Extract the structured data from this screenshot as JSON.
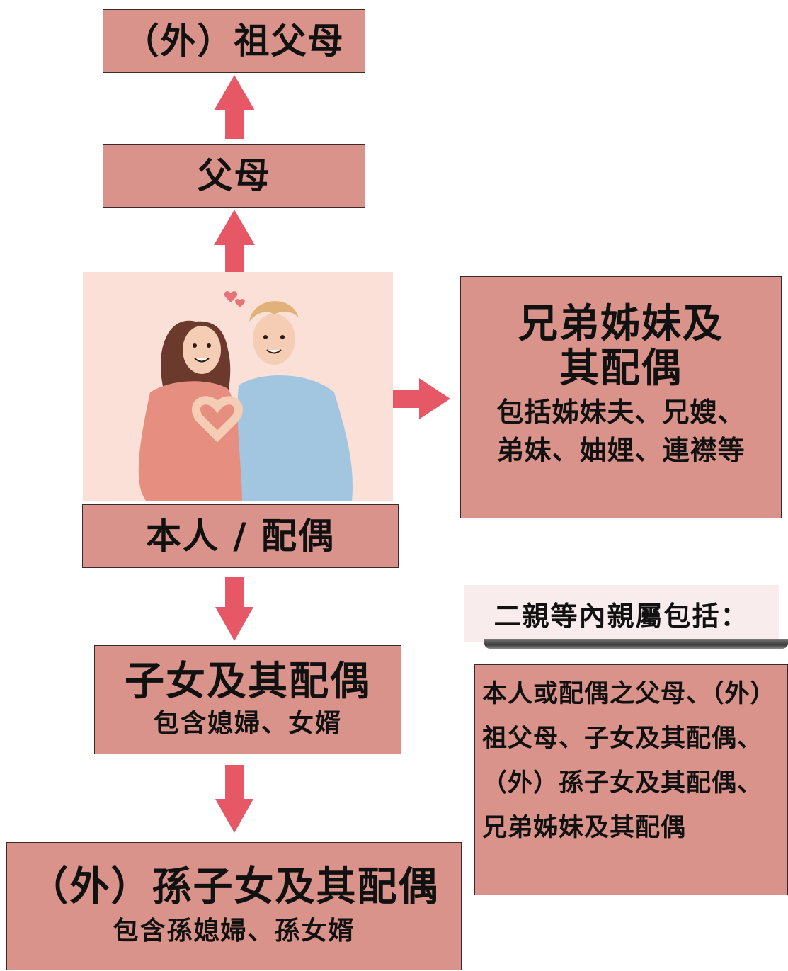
{
  "boxes": {
    "grandparents": "（外）祖父母",
    "parents": "父母",
    "self_spouse": "本人 / 配偶",
    "siblings": {
      "title_line1": "兄弟姊妹及",
      "title_line2": "其配偶",
      "detail_line1": "包括姊妹夫、兄嫂、",
      "detail_line2": "弟妹、妯娌、連襟等"
    },
    "children": {
      "title": "子女及其配偶",
      "detail": "包含媳婦、女婿"
    },
    "grandchildren": {
      "title": "（外）孫子女及其配偶",
      "detail": "包含孫媳婦、孫女婿"
    }
  },
  "note": {
    "heading": "二親等內親屬包括：",
    "body": "本人或配偶之父母、（外）祖父母、子女及其配偶、（外）孫子女及其配偶、兄弟姊妹及其配偶"
  },
  "colors": {
    "box": "#d9938a",
    "arrow": "#e65866",
    "photo_bg": "#fbe0d8"
  },
  "icons": [
    "couple-illustration",
    "heart-icon",
    "arrow-up-icon",
    "arrow-right-icon",
    "arrow-down-icon"
  ]
}
